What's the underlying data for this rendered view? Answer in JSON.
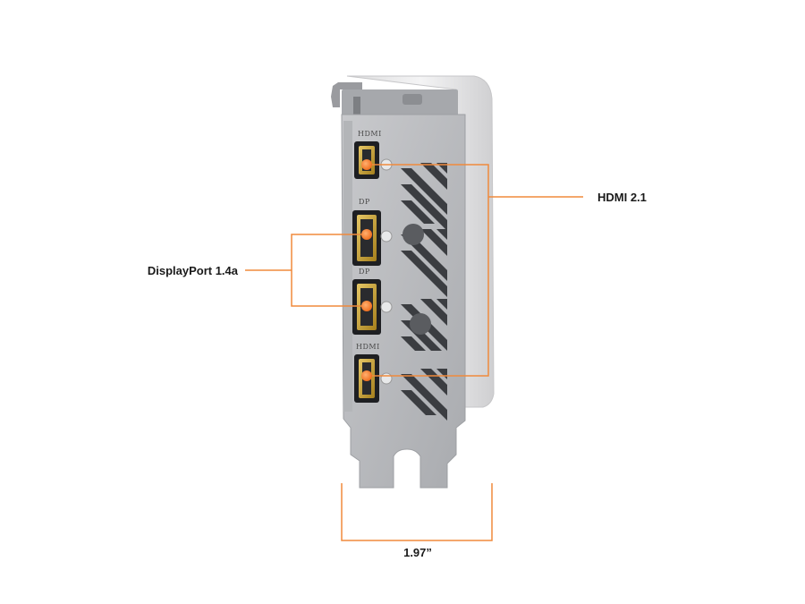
{
  "callouts": {
    "hdmi": "HDMI 2.1",
    "displayport": "DisplayPort 1.4a",
    "width": "1.97”"
  },
  "port_labels": {
    "port1": "HDMI",
    "port2": "DP",
    "port3": "DP",
    "port4": "HDMI"
  },
  "colors": {
    "accent": "#f08a3c",
    "bracket": "#b9babd",
    "shroud": "#e9e9ea",
    "connector": "#c9a227"
  },
  "icons": {
    "marker": "orange-dot-marker"
  }
}
